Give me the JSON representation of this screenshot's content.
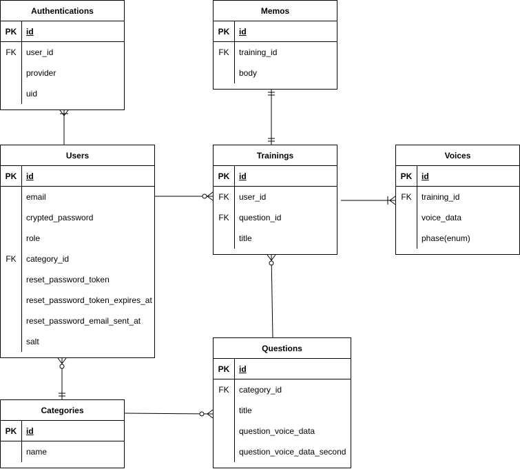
{
  "entities": {
    "authentications": {
      "title": "Authentications",
      "pk": {
        "key": "PK",
        "field": "id"
      },
      "fields": [
        {
          "key": "FK",
          "field": "user_id"
        },
        {
          "key": "",
          "field": "provider"
        },
        {
          "key": "",
          "field": "uid"
        }
      ]
    },
    "memos": {
      "title": "Memos",
      "pk": {
        "key": "PK",
        "field": "id"
      },
      "fields": [
        {
          "key": "FK",
          "field": "training_id"
        },
        {
          "key": "",
          "field": "body"
        }
      ]
    },
    "users": {
      "title": "Users",
      "pk": {
        "key": "PK",
        "field": "id"
      },
      "fields": [
        {
          "key": "",
          "field": "email"
        },
        {
          "key": "",
          "field": "crypted_password"
        },
        {
          "key": "",
          "field": "role"
        },
        {
          "key": "FK",
          "field": "category_id"
        },
        {
          "key": "",
          "field": "reset_password_token"
        },
        {
          "key": "",
          "field": "reset_password_token_expires_at"
        },
        {
          "key": "",
          "field": "reset_password_email_sent_at"
        },
        {
          "key": "",
          "field": "salt"
        }
      ]
    },
    "trainings": {
      "title": "Trainings",
      "pk": {
        "key": "PK",
        "field": "id"
      },
      "fields": [
        {
          "key": "FK",
          "field": "user_id"
        },
        {
          "key": "FK",
          "field": "question_id"
        },
        {
          "key": "",
          "field": "title"
        }
      ]
    },
    "voices": {
      "title": "Voices",
      "pk": {
        "key": "PK",
        "field": "id"
      },
      "fields": [
        {
          "key": "FK",
          "field": "training_id"
        },
        {
          "key": "",
          "field": "voice_data"
        },
        {
          "key": "",
          "field": "phase(enum)"
        }
      ]
    },
    "questions": {
      "title": "Questions",
      "pk": {
        "key": "PK",
        "field": "id"
      },
      "fields": [
        {
          "key": "FK",
          "field": "category_id"
        },
        {
          "key": "",
          "field": "title"
        },
        {
          "key": "",
          "field": "question_voice_data"
        },
        {
          "key": "",
          "field": "question_voice_data_second"
        }
      ]
    },
    "categories": {
      "title": "Categories",
      "pk": {
        "key": "PK",
        "field": "id"
      },
      "fields": [
        {
          "key": "",
          "field": "name"
        }
      ]
    }
  },
  "relationships": [
    {
      "from": "users",
      "to": "authentications",
      "from_end": "none",
      "to_end": "many"
    },
    {
      "from": "memos",
      "to": "trainings",
      "from_end": "one-mandatory",
      "to_end": "one-mandatory"
    },
    {
      "from": "users",
      "to": "trainings",
      "from_end": "none",
      "to_end": "zero-or-many"
    },
    {
      "from": "trainings",
      "to": "voices",
      "from_end": "none",
      "to_end": "one-or-many"
    },
    {
      "from": "questions",
      "to": "trainings",
      "from_end": "none",
      "to_end": "zero-or-many"
    },
    {
      "from": "categories",
      "to": "users",
      "from_end": "one-mandatory",
      "to_end": "zero-or-many"
    },
    {
      "from": "categories",
      "to": "questions",
      "from_end": "none",
      "to_end": "zero-or-many"
    }
  ]
}
